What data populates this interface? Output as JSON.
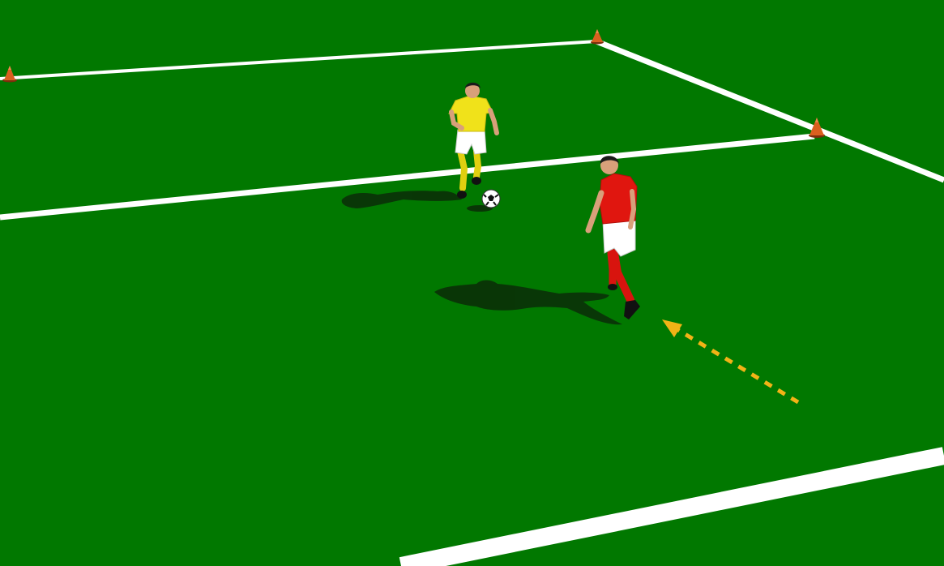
{
  "scene": {
    "type": "soccer-drill-diagram",
    "pitch_color": "#017800",
    "line_color": "#ffffff",
    "cone_color": "#d9601f",
    "arrow_color": "#f2b316",
    "arrow_style": "dashed",
    "ball": "soccer-ball",
    "players": [
      {
        "team": "yellow",
        "shirt_color": "#f0e21a",
        "shorts_color": "#ffffff",
        "socks_color": "#e0cf10",
        "role": "attacker-with-ball"
      },
      {
        "team": "red",
        "shirt_color": "#e0160f",
        "shorts_color": "#ffffff",
        "socks_color": "#d8140e",
        "role": "defender"
      }
    ],
    "cone_count": 3
  }
}
